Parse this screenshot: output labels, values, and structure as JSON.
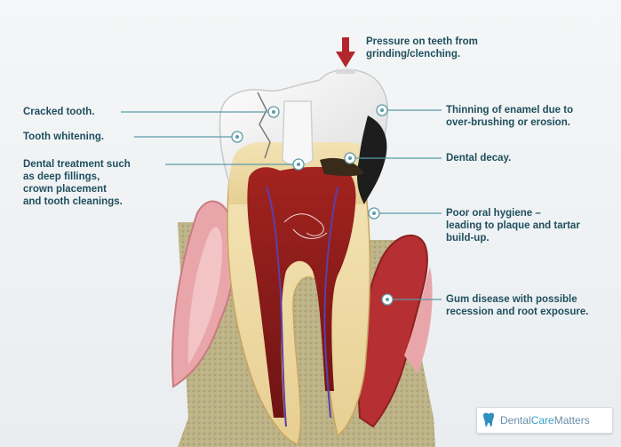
{
  "labels": {
    "pressure": [
      "Pressure on teeth from",
      "grinding/clenching."
    ],
    "cracked": "Cracked tooth.",
    "whitening": "Tooth whitening.",
    "treatment": [
      "Dental treatment such",
      "as deep fillings,",
      "crown placement",
      "and tooth cleanings."
    ],
    "enamel": [
      "Thinning of enamel due to",
      "over-brushing or erosion."
    ],
    "decay": "Dental decay.",
    "hygiene": [
      "Poor oral hygiene –",
      "leading to plaque and tartar",
      "build-up."
    ],
    "gum": [
      "Gum disease with possible",
      "recession and root exposure."
    ]
  },
  "logo": {
    "part1": "Dental",
    "part2": "Care",
    "part3": "Matters"
  },
  "colors": {
    "label": "#1f4f5e",
    "leader": "#5b9aa8",
    "pulp": "#8e1b1b",
    "gum": "#e8a3a8",
    "bone": "#b9ad83",
    "arrow": "#b3262b"
  }
}
